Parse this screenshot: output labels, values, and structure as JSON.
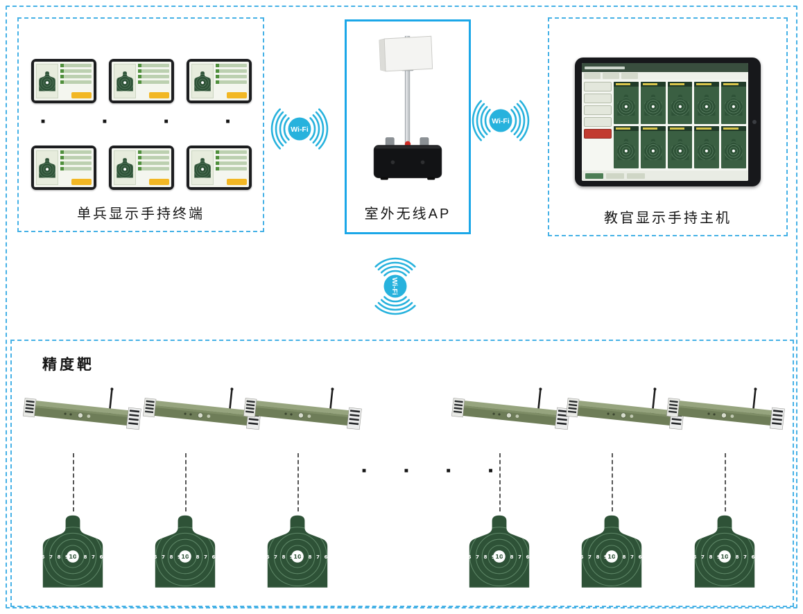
{
  "sections": {
    "terminals": {
      "label": "单兵显示手持终端",
      "dots": "■ ■ ■ ■"
    },
    "ap": {
      "label": "室外无线AP"
    },
    "instructor": {
      "label": "教官显示手持主机"
    },
    "range": {
      "label": "精度靶",
      "dots": "■ ■ ■ ■"
    }
  },
  "wifi": {
    "label": "Wi-Fi",
    "color": "#27b2dd"
  },
  "target": {
    "left_numbers": "6 7 8 9",
    "center_score": "10",
    "right_numbers": "9 8 7 6",
    "color": "#2e5237"
  },
  "colors": {
    "dashed_border": "#45b1e6",
    "ap_border": "#1ba7e8"
  }
}
